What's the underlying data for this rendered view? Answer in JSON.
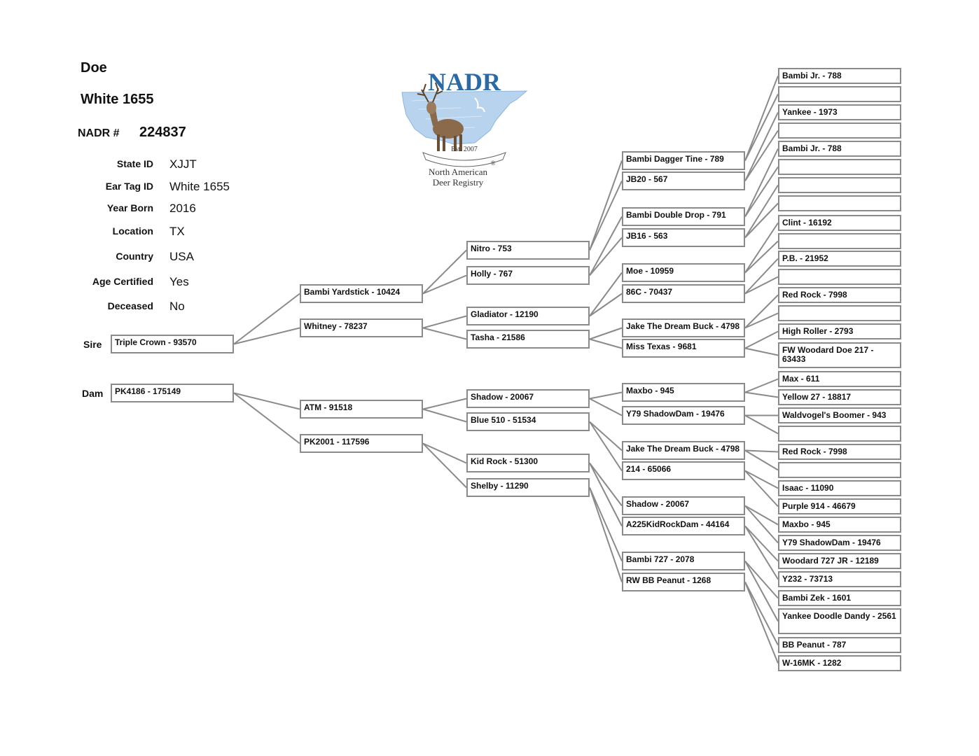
{
  "animal": {
    "sex": "Doe",
    "name": "White 1655",
    "nadr_label": "NADR #",
    "nadr_number": "224837"
  },
  "details": [
    {
      "label": "State ID",
      "value": "XJJT"
    },
    {
      "label": "Ear Tag ID",
      "value": "White 1655"
    },
    {
      "label": "Year Born",
      "value": "2016"
    },
    {
      "label": "Location",
      "value": "TX"
    },
    {
      "label": "Country",
      "value": "USA"
    },
    {
      "label": "Age Certified",
      "value": "Yes"
    },
    {
      "label": "Deceased",
      "value": "No"
    }
  ],
  "logo": {
    "acronym": "NADR",
    "est": "Est. 2007",
    "line1": "North American",
    "line2": "Deer Registry",
    "registered": "®"
  },
  "parent_labels": {
    "sire": "Sire",
    "dam": "Dam"
  },
  "pedigree": {
    "g1": [
      "Triple Crown - 93570",
      "PK4186 - 175149"
    ],
    "g2": [
      "Bambi Yardstick - 10424",
      "Whitney - 78237",
      "ATM - 91518",
      "PK2001 - 117596"
    ],
    "g3": [
      "Nitro - 753",
      "Holly - 767",
      "Gladiator - 12190",
      "Tasha - 21586",
      "Shadow - 20067",
      "Blue 510 - 51534",
      "Kid Rock - 51300",
      "Shelby - 11290"
    ],
    "g4": [
      "Bambi Dagger Tine - 789",
      "JB20 - 567",
      "Bambi Double Drop - 791",
      "JB16 - 563",
      "Moe - 10959",
      "86C - 70437",
      "Jake The Dream Buck - 4798",
      "Miss Texas - 9681",
      "Maxbo - 945",
      "Y79 ShadowDam - 19476",
      "Jake The Dream Buck - 4798",
      "214 - 65066",
      "Shadow - 20067",
      "A225KidRockDam - 44164",
      "Bambi 727 - 2078",
      "RW BB Peanut - 1268"
    ],
    "g5": [
      "Bambi Jr. - 788",
      "",
      "Yankee - 1973",
      "",
      "Bambi Jr. - 788",
      "",
      "",
      "",
      "Clint - 16192",
      "",
      "P.B. - 21952",
      "",
      "Red Rock - 7998",
      "",
      "High Roller - 2793",
      "FW Woodard Doe 217 - 63433",
      "Max - 611",
      "Yellow 27 - 18817",
      "Waldvogel's Boomer - 943",
      "",
      "Red Rock - 7998",
      "",
      "Isaac - 11090",
      "Purple 914 - 46679",
      "Maxbo - 945",
      "Y79 ShadowDam - 19476",
      "Woodard 727 JR - 12189",
      "Y232 - 73713",
      "Bambi Zek - 1601",
      "Yankee Doodle Dandy - 2561",
      "BB Peanut - 787",
      "W-16MK - 1282"
    ]
  }
}
